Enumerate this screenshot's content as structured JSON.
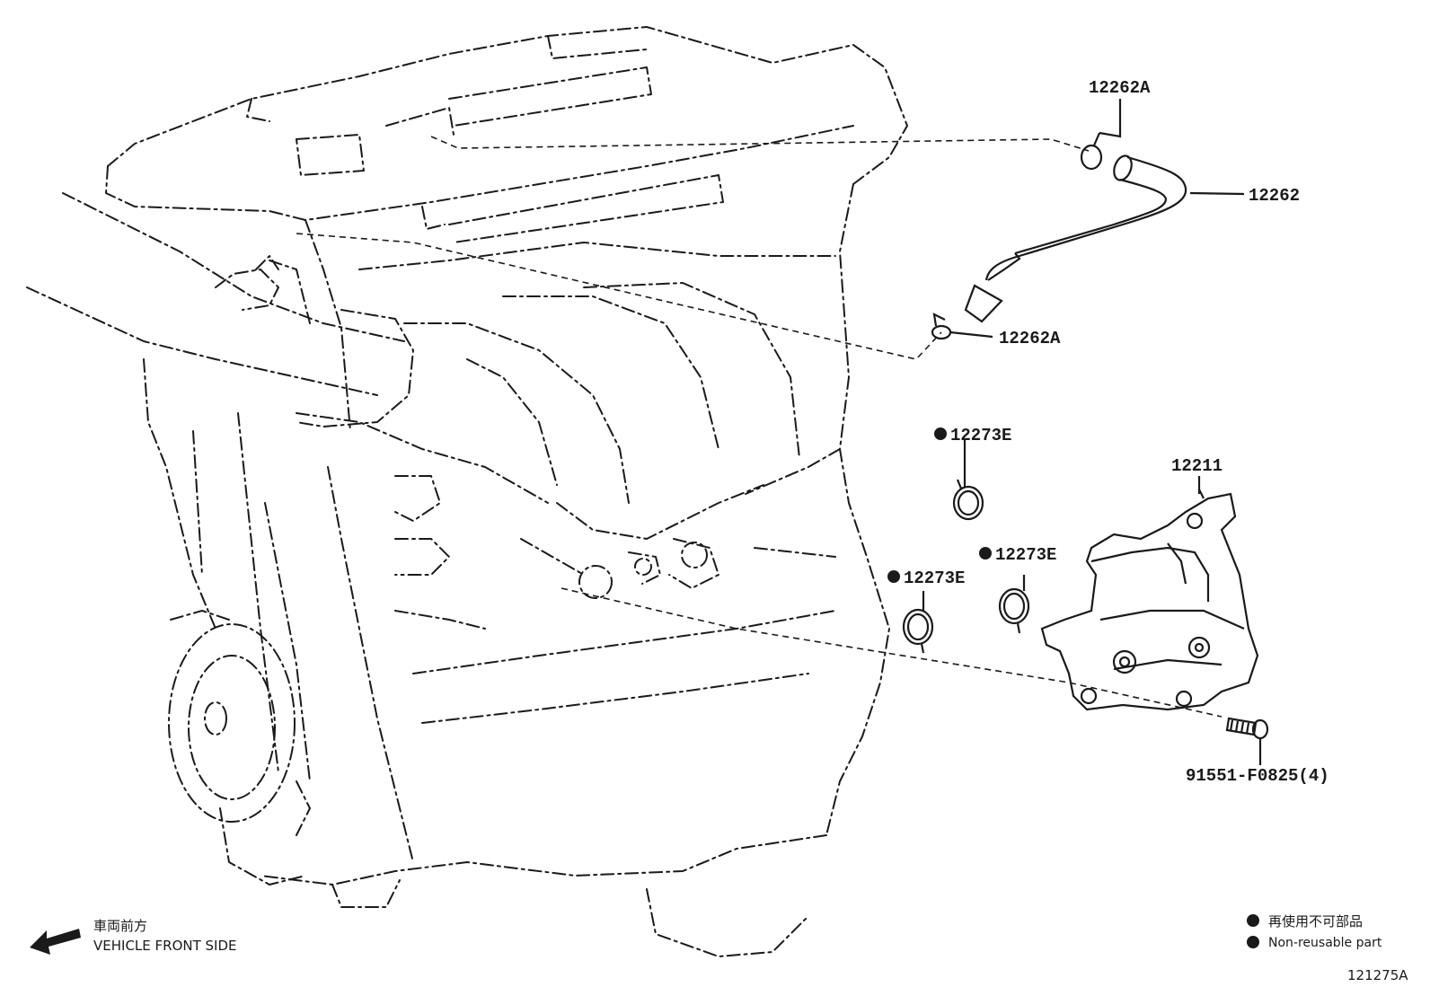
{
  "parts": {
    "hose_clamp_top": "12262A",
    "hose": "12262",
    "hose_clamp_bottom": "12262A",
    "gasket_1": "12273E",
    "gasket_2": "12273E",
    "gasket_3": "12273E",
    "separator": "12211",
    "bolt": "91551-F0825(4)"
  },
  "direction": {
    "jp": "車両前方",
    "en": "VEHICLE FRONT SIDE"
  },
  "legend": {
    "jp": "再使用不可部品",
    "en": "Non-reusable part"
  },
  "diagram_id": "121275A"
}
